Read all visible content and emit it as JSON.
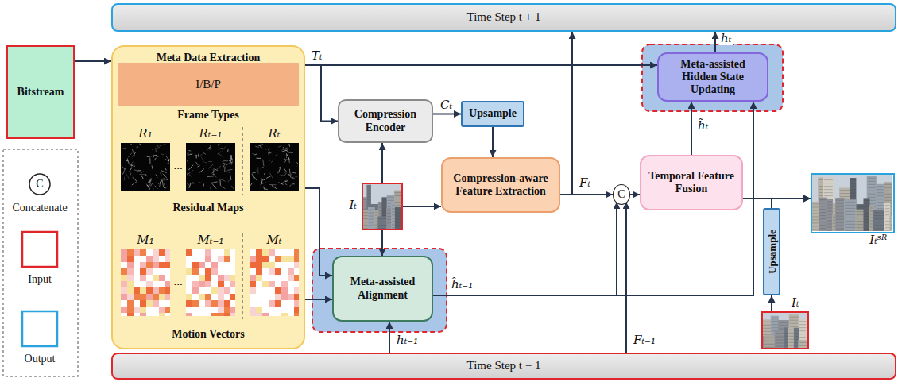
{
  "diagram": {
    "nodes": [
      {
        "text": [
          "Time Step t + 1"
        ]
      },
      {
        "text": [
          "Bitstream"
        ]
      },
      {
        "text": [
          "Meta Data Extraction"
        ]
      },
      {
        "text": [
          "I/B/P",
          "Frame Types"
        ],
        "in": 2
      },
      {
        "text": [
          "Compression Encoder"
        ]
      },
      {
        "text": [
          "Upsample"
        ]
      },
      {
        "text": [
          "Meta-assisted Hidden State Updating"
        ]
      },
      {
        "text": [
          "Iₜ"
        ]
      },
      {
        "text": [
          "Compression-aware Feature Extraction"
        ]
      },
      {
        "text": [
          "C"
        ]
      },
      {
        "text": [
          "Temporal Feature Fusion"
        ]
      },
      {
        "text": [
          "Upsample"
        ]
      },
      {
        "text": [
          "Iₜˢᴿ"
        ]
      },
      {
        "text": [
          "Meta-assisted Alignment"
        ]
      },
      {
        "text": [
          "Iₜ"
        ]
      },
      {
        "text": [
          "Time Step t − 1"
        ]
      }
    ],
    "edges": [
      {
        "from": 1,
        "to": 2,
        "arrow": "to"
      },
      {
        "from": 2,
        "to": 6,
        "arrow": "to",
        "label": "Tₜ"
      },
      {
        "from": 2,
        "to": 4,
        "arrow": "to"
      },
      {
        "from": 2,
        "to": 13,
        "arrow": "to"
      },
      {
        "from": 2,
        "to": 13,
        "arrow": "to"
      },
      {
        "from": 7,
        "to": 4,
        "arrow": "to"
      },
      {
        "from": 7,
        "to": 8,
        "arrow": "to"
      },
      {
        "from": 7,
        "to": 13,
        "arrow": "to"
      },
      {
        "from": 4,
        "to": 5,
        "arrow": "to",
        "label": "Cₜ"
      },
      {
        "from": 5,
        "to": 8,
        "arrow": "to"
      },
      {
        "from": 8,
        "to": 9,
        "arrow": "to",
        "label": "Fₜ"
      },
      {
        "from": 8,
        "to": 0,
        "arrow": "to"
      },
      {
        "from": 13,
        "to": 9,
        "arrow": "to",
        "label": "ĥₜ₋₁"
      },
      {
        "from": 13,
        "to": 6,
        "arrow": "to"
      },
      {
        "from": 15,
        "to": 9,
        "arrow": "to",
        "label": "Fₜ₋₁"
      },
      {
        "from": 15,
        "to": 13,
        "arrow": "to",
        "label": "hₜ₋₁"
      },
      {
        "from": 9,
        "to": 10,
        "arrow": "to"
      },
      {
        "from": 10,
        "to": 6,
        "arrow": "to",
        "label": "h̃ₜ"
      },
      {
        "from": 10,
        "to": 12,
        "arrow": "to"
      },
      {
        "from": 11,
        "to": 12,
        "arrow": "to"
      },
      {
        "from": 14,
        "to": 11,
        "arrow": "to"
      },
      {
        "from": 6,
        "to": 0,
        "arrow": "to",
        "label": "hₜ"
      }
    ],
    "labels": [
      "R₁",
      "...",
      "Rₜ₋₁",
      "Rₜ",
      "Residual Maps",
      "M₁",
      "...",
      "Mₜ₋₁",
      "Mₜ",
      "Motion Vectors",
      "C"
    ],
    "legend": [
      {
        "text": "Concatenate"
      },
      {
        "text": "Input"
      },
      {
        "text": "Output"
      }
    ]
  }
}
